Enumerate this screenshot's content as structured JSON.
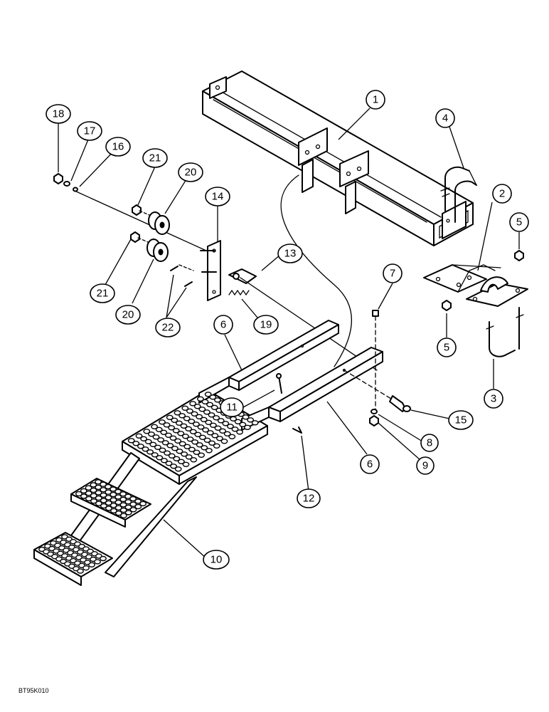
{
  "figure_code": "BT95K010",
  "callouts": [
    {
      "id": "c1",
      "label": "1"
    },
    {
      "id": "c2",
      "label": "2"
    },
    {
      "id": "c3",
      "label": "3"
    },
    {
      "id": "c4",
      "label": "4"
    },
    {
      "id": "c5a",
      "label": "5"
    },
    {
      "id": "c5b",
      "label": "5"
    },
    {
      "id": "c6a",
      "label": "6"
    },
    {
      "id": "c6b",
      "label": "6"
    },
    {
      "id": "c7",
      "label": "7"
    },
    {
      "id": "c8",
      "label": "8"
    },
    {
      "id": "c9",
      "label": "9"
    },
    {
      "id": "c10",
      "label": "10"
    },
    {
      "id": "c11",
      "label": "11"
    },
    {
      "id": "c12",
      "label": "12"
    },
    {
      "id": "c13",
      "label": "13"
    },
    {
      "id": "c14",
      "label": "14"
    },
    {
      "id": "c15",
      "label": "15"
    },
    {
      "id": "c16",
      "label": "16"
    },
    {
      "id": "c17",
      "label": "17"
    },
    {
      "id": "c18",
      "label": "18"
    },
    {
      "id": "c19",
      "label": "19"
    },
    {
      "id": "c20a",
      "label": "20"
    },
    {
      "id": "c20b",
      "label": "20"
    },
    {
      "id": "c21a",
      "label": "21"
    },
    {
      "id": "c21b",
      "label": "21"
    },
    {
      "id": "c22",
      "label": "22"
    }
  ]
}
